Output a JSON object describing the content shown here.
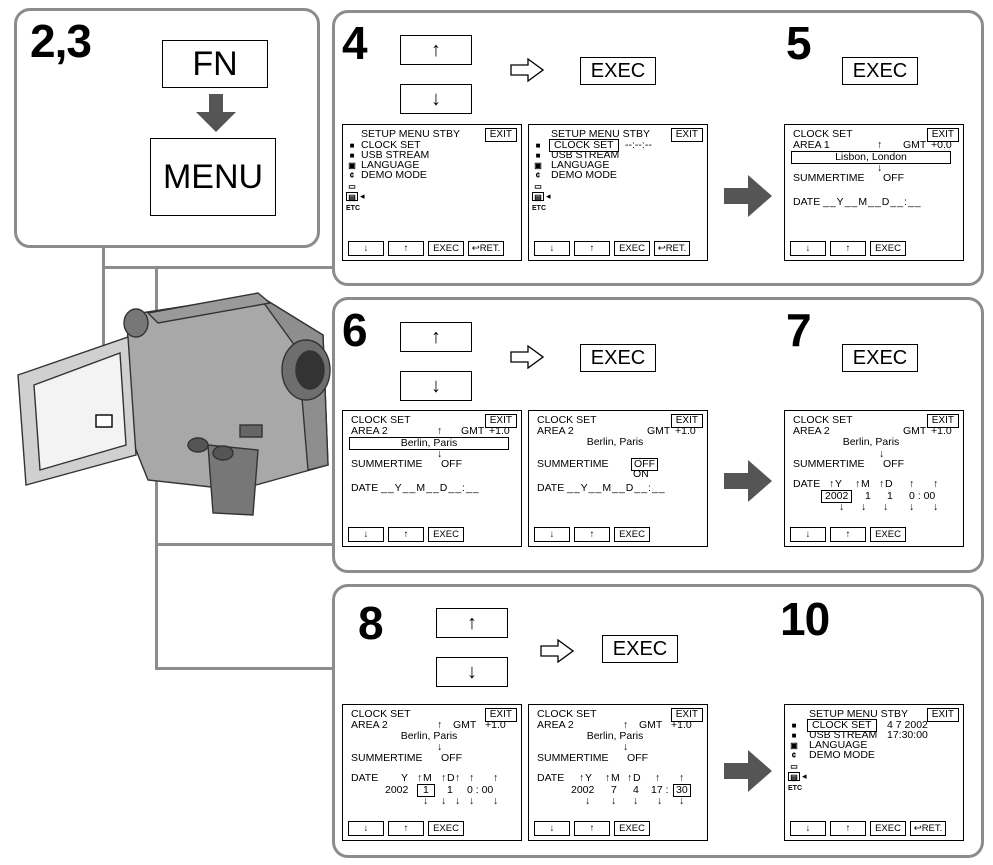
{
  "steps": {
    "s23": "2,3",
    "s4": "4",
    "s5": "5",
    "s6": "6",
    "s7": "7",
    "s8": "8",
    "s10": "10"
  },
  "keys": {
    "fn": "FN",
    "menu": "MENU",
    "up": "↑",
    "down": "↓",
    "exec": "EXEC"
  },
  "screen": {
    "setup_title": "SETUP MENU STBY",
    "exit": "EXIT",
    "clock_set": "CLOCK SET",
    "usb_stream": "USB STREAM",
    "language": "LANGUAGE",
    "demo_mode": "DEMO MODE",
    "etc": "ETC",
    "time_blank": "--:--:--",
    "btn_down": "↓",
    "btn_up": "↑",
    "btn_exec": "EXEC",
    "btn_ret": "RET.",
    "area1": "AREA 1",
    "area2": "AREA 2",
    "gmt": "GMT",
    "gmt0": "+0.0",
    "gmt1": "+1.0",
    "city1": "Lisbon, London",
    "city2": "Berlin, Paris",
    "summertime": "SUMMERTIME",
    "off": "OFF",
    "on": "ON",
    "date": "DATE",
    "date_blank": "__Y__M__D__:__",
    "y": "Y",
    "m": "M",
    "d": "D",
    "year": "2002",
    "m1": "1",
    "d1": "1",
    "time0": "0 : 00",
    "m7": "7",
    "d4": "4",
    "h17": "17 :",
    "min30": "30",
    "usb_date": "4   7  2002",
    "usb_time": "17:30:00",
    "up_arrow": "↑",
    "down_arrow": "↓"
  }
}
